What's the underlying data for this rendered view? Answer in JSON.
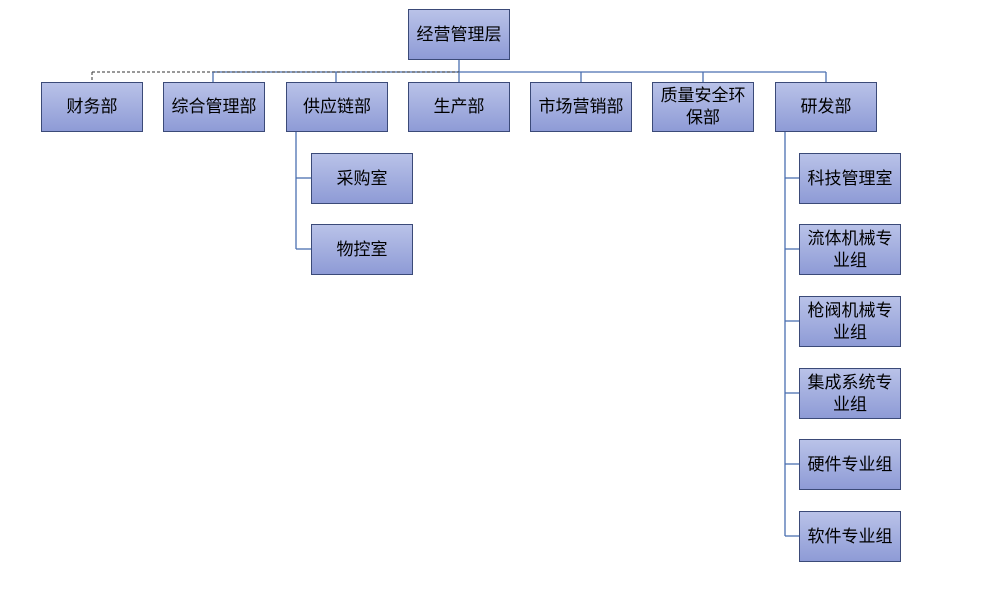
{
  "chart": {
    "top": {
      "label": "经营管理层"
    },
    "departments": [
      {
        "id": "finance",
        "label": "财务部"
      },
      {
        "id": "admin",
        "label": "综合管理部"
      },
      {
        "id": "supply",
        "label": "供应链部"
      },
      {
        "id": "production",
        "label": "生产部"
      },
      {
        "id": "marketing",
        "label": "市场营销部"
      },
      {
        "id": "quality",
        "label": "质量安全环保部"
      },
      {
        "id": "rnd",
        "label": "研发部"
      }
    ],
    "supply_children": [
      {
        "label": "采购室"
      },
      {
        "label": "物控室"
      }
    ],
    "rnd_children": [
      {
        "label": "科技管理室"
      },
      {
        "label": "流体机械专业组"
      },
      {
        "label": "枪阀机械专业组"
      },
      {
        "label": "集成系统专业组"
      },
      {
        "label": "硬件专业组"
      },
      {
        "label": "软件专业组"
      }
    ]
  },
  "colors": {
    "line": "#4a6fb0",
    "dashed": "#333333",
    "node_border": "#3b4a78",
    "node_fill_top": "#b9c2e8",
    "node_fill_bottom": "#8e9bd6"
  }
}
